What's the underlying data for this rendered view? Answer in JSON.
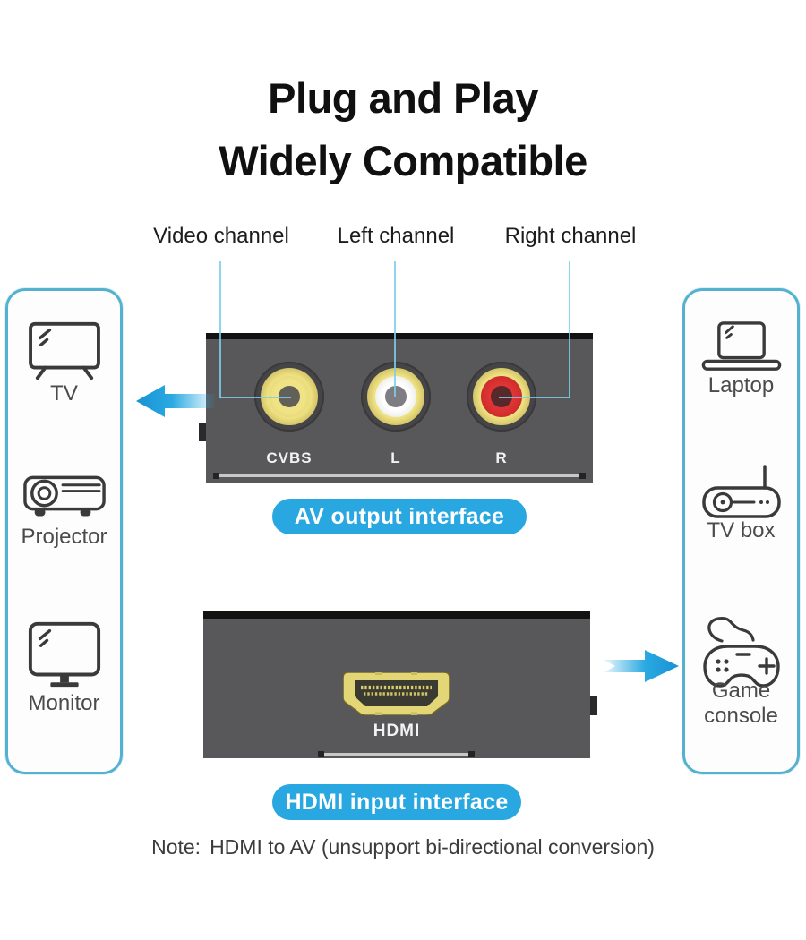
{
  "title": {
    "line1": "Plug and Play",
    "line2": "Widely Compatible"
  },
  "channel_labels": {
    "video": "Video channel",
    "left": "Left channel",
    "right": "Right channel"
  },
  "av_device": {
    "caption": "AV output interface",
    "jacks": [
      {
        "label": "CVBS",
        "color_name": "yellow",
        "ring_hex": "#f0e385"
      },
      {
        "label": "L",
        "color_name": "white",
        "ring_hex": "#f4f4ef"
      },
      {
        "label": "R",
        "color_name": "red",
        "ring_hex": "#d32f2f"
      }
    ]
  },
  "hdmi_device": {
    "caption": "HDMI input interface",
    "port_label": "HDMI"
  },
  "left_panel": {
    "items": [
      {
        "icon": "tv-icon",
        "label": "TV"
      },
      {
        "icon": "projector-icon",
        "label": "Projector"
      },
      {
        "icon": "monitor-icon",
        "label": "Monitor"
      }
    ]
  },
  "right_panel": {
    "items": [
      {
        "icon": "laptop-icon",
        "label": "Laptop"
      },
      {
        "icon": "tv-box-icon",
        "label": "TV box"
      },
      {
        "icon": "game-console-icon",
        "label": "Game console"
      }
    ]
  },
  "note": {
    "prefix": "Note:",
    "text": "HDMI to AV (unsupport bi-directional conversion)"
  },
  "colors": {
    "accent_blue": "#28a7e0",
    "panel_border": "#54b1cf",
    "leader_line": "#7ccee C",
    "device_body": "#58585a",
    "jack_gold": "#ecdf7e",
    "hdmi_port_gold": "#e3d677"
  }
}
